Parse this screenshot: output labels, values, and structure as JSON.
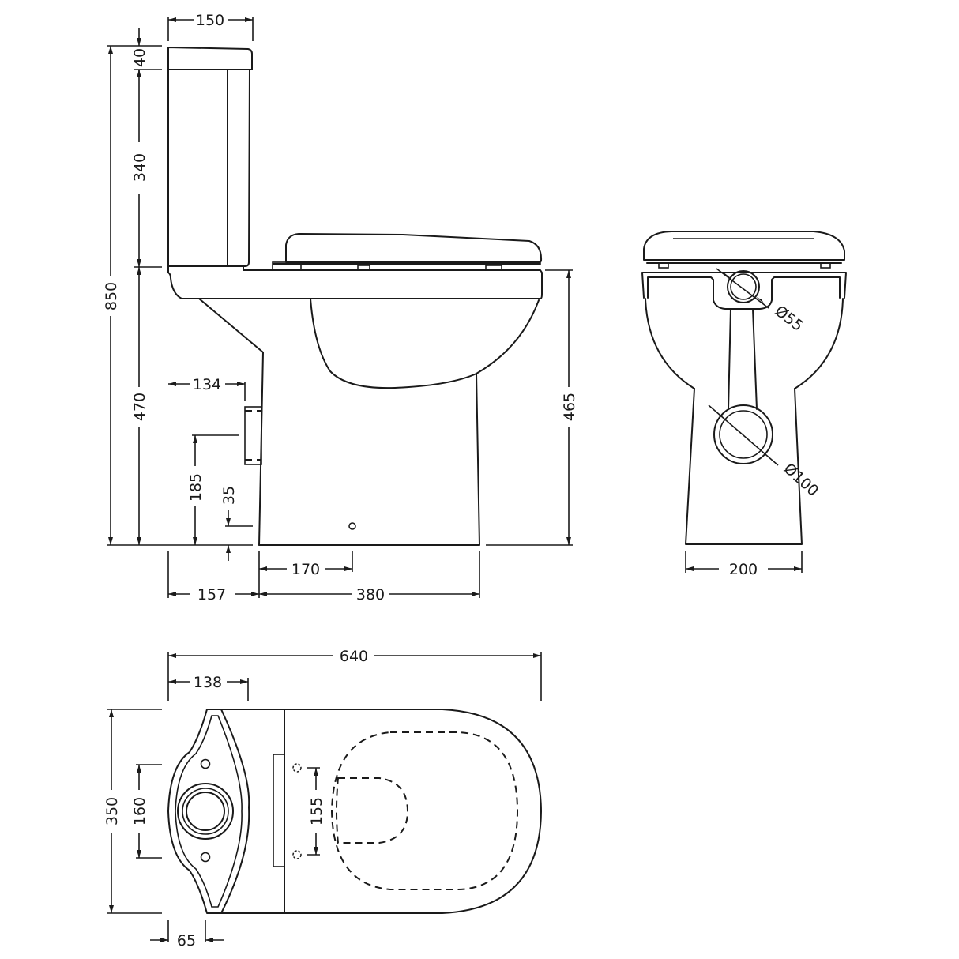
{
  "drawing": {
    "subject": "Close-coupled toilet dimensional drawing",
    "units": "mm",
    "line_color": "#1a1a1a",
    "background": "#ffffff"
  },
  "side_view": {
    "cistern_width": "150",
    "cistern_lid_height": "40",
    "cistern_body_height": "340",
    "overall_height": "850",
    "pan_height": "470",
    "rim_height": "465",
    "inlet_offset": "134",
    "outlet_height": "185",
    "fixing_height": "35",
    "fixing_hole_offset": "170",
    "base_depth": "380",
    "rear_offset": "157"
  },
  "rear_view": {
    "inlet_diameter": "Ø55",
    "outlet_diameter": "Ø100",
    "base_width": "200"
  },
  "plan_view": {
    "overall_length": "640",
    "cistern_depth": "138",
    "overall_width": "350",
    "cistern_fixing_centres": "160",
    "seat_fixing_centres": "155",
    "cistern_edge_offset": "65"
  }
}
